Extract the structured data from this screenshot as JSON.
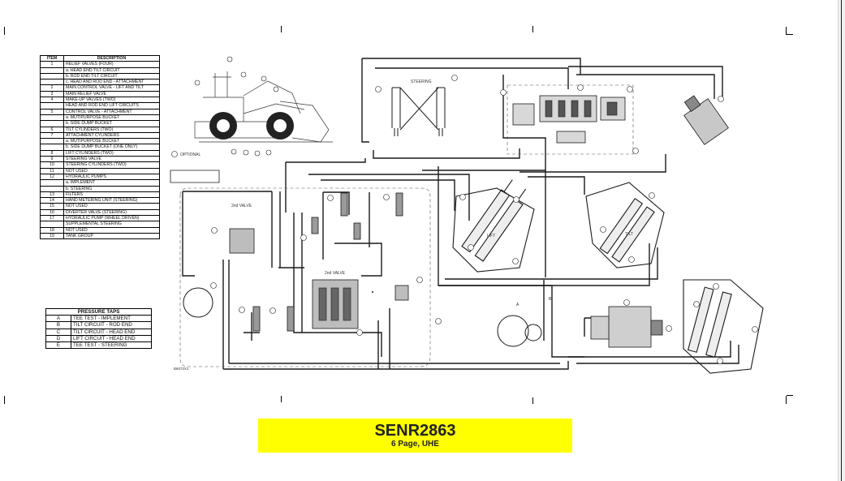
{
  "items_table": {
    "headers": {
      "item": "ITEM",
      "description": "DESCRIPTION"
    },
    "rows": [
      {
        "item": "1",
        "lines": [
          "RELIEF VALVES (FOUR)",
          "a. HEAD END TILT CIRCUIT",
          "b. ROD END TILT CIRCUIT",
          "c. HEAD AND ROD END - ATTACHMENT"
        ]
      },
      {
        "item": "2",
        "lines": [
          "MAIN CONTROL VALVE - LIFT AND TILT"
        ]
      },
      {
        "item": "3",
        "lines": [
          "MAIN RELIEF VALVE"
        ]
      },
      {
        "item": "4",
        "lines": [
          "MAKE-UP VALVES (TWO)",
          "HEAD AND ROD END LIFT CIRCUITS"
        ]
      },
      {
        "item": "5",
        "lines": [
          "CONTROL VALVE - ATTACHMENT",
          "a. MUTIPURPOSE BUCKET",
          "b. SIDE DUMP BUCKET"
        ]
      },
      {
        "item": "6",
        "lines": [
          "TILT CYLINDERS (TWO)"
        ]
      },
      {
        "item": "7",
        "lines": [
          "ATTACHMENT CYLINDERS",
          "a. MUTIPURPOSE BUCKET",
          "b. SIDE DUMP BUCKET (ONE ONLY)"
        ]
      },
      {
        "item": "8",
        "lines": [
          "LIFT CYLINDERS (TWO)"
        ]
      },
      {
        "item": "9",
        "lines": [
          "STEERING VALVE"
        ]
      },
      {
        "item": "10",
        "lines": [
          "STEERING CYLINDERS (TWO)"
        ]
      },
      {
        "item": "11",
        "lines": [
          "NOT USED"
        ]
      },
      {
        "item": "12",
        "lines": [
          "HYDRAULIC PUMPS",
          "a. IMPLEMENT",
          "b. STEERING"
        ]
      },
      {
        "item": "13",
        "lines": [
          "FILTERS"
        ]
      },
      {
        "item": "14",
        "lines": [
          "HAND METERING UNIT (STEERING)"
        ]
      },
      {
        "item": "15",
        "lines": [
          "NOT USED"
        ]
      },
      {
        "item": "16",
        "lines": [
          "DIVERTER VALVE (STEERING)"
        ]
      },
      {
        "item": "17",
        "lines": [
          "HYDRAULIC PUMP (WHEEL DRIVEN)",
          "SUPPLEMENTAL STEERING"
        ]
      },
      {
        "item": "18",
        "lines": [
          "NOT USED"
        ]
      },
      {
        "item": "19",
        "lines": [
          "TANK GROUP"
        ]
      }
    ]
  },
  "pressure_taps": {
    "title": "PRESSURE TAPS",
    "rows": [
      {
        "tap": "A",
        "desc": "TEE TEST - IMPLEMENT"
      },
      {
        "tap": "B",
        "desc": "TILT CIRCUIT - ROD END"
      },
      {
        "tap": "C",
        "desc": "TILT CIRCUIT - HEAD END"
      },
      {
        "tap": "D",
        "desc": "LIFT CIRCUIT - HEAD END"
      },
      {
        "tap": "E",
        "desc": "TEE TEST - STEERING"
      }
    ]
  },
  "diagram_labels": {
    "steering": "STEERING",
    "lift": "LIFT",
    "tilt": "TILT",
    "optional": "OPTIONAL",
    "valve_2nd_a": "2nd VALVE",
    "valve_2nd_b": "2nd VALVE",
    "tap_a": "A",
    "tap_b": "B",
    "drawing_number": "B6072X1"
  },
  "footer": {
    "title": "SENR2863",
    "subtitle": "6 Page, UHE"
  },
  "colors": {
    "ink": "#1a1a1a",
    "highlight": "#ffff00"
  }
}
